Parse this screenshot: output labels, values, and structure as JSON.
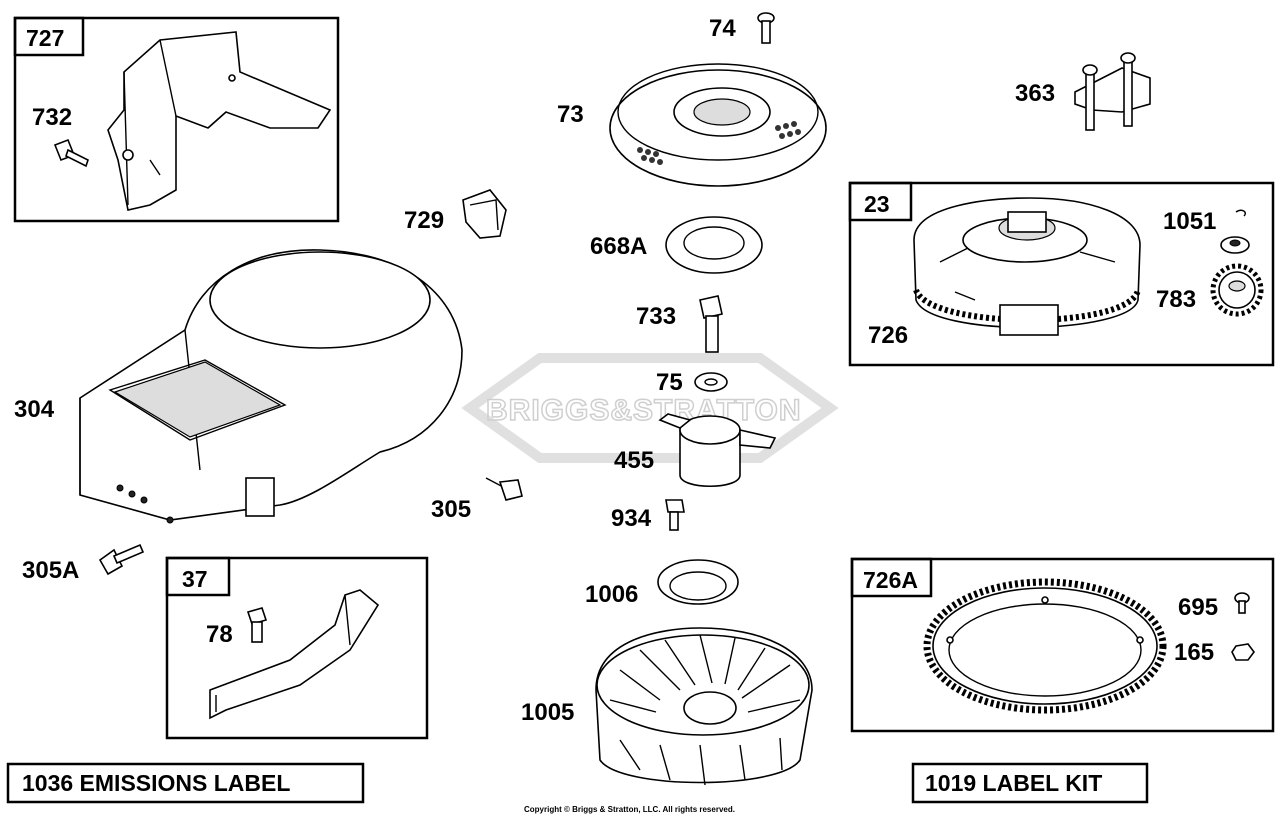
{
  "watermark": "BRIGGS&STRATTON",
  "copyright": "Copyright © Briggs & Stratton, LLC. All rights reserved.",
  "boxes": {
    "box_727": "727",
    "box_23": "23",
    "box_37": "37",
    "box_726a": "726A",
    "emissions_label": "1036 EMISSIONS LABEL",
    "label_kit": "1019 LABEL KIT"
  },
  "parts": {
    "p732": "732",
    "p729": "729",
    "p304": "304",
    "p305": "305",
    "p305a": "305A",
    "p78": "78",
    "p74": "74",
    "p73": "73",
    "p668a": "668A",
    "p733": "733",
    "p75": "75",
    "p455": "455",
    "p934": "934",
    "p1006": "1006",
    "p1005": "1005",
    "p363": "363",
    "p1051": "1051",
    "p783": "783",
    "p726": "726",
    "p695": "695",
    "p165": "165"
  }
}
